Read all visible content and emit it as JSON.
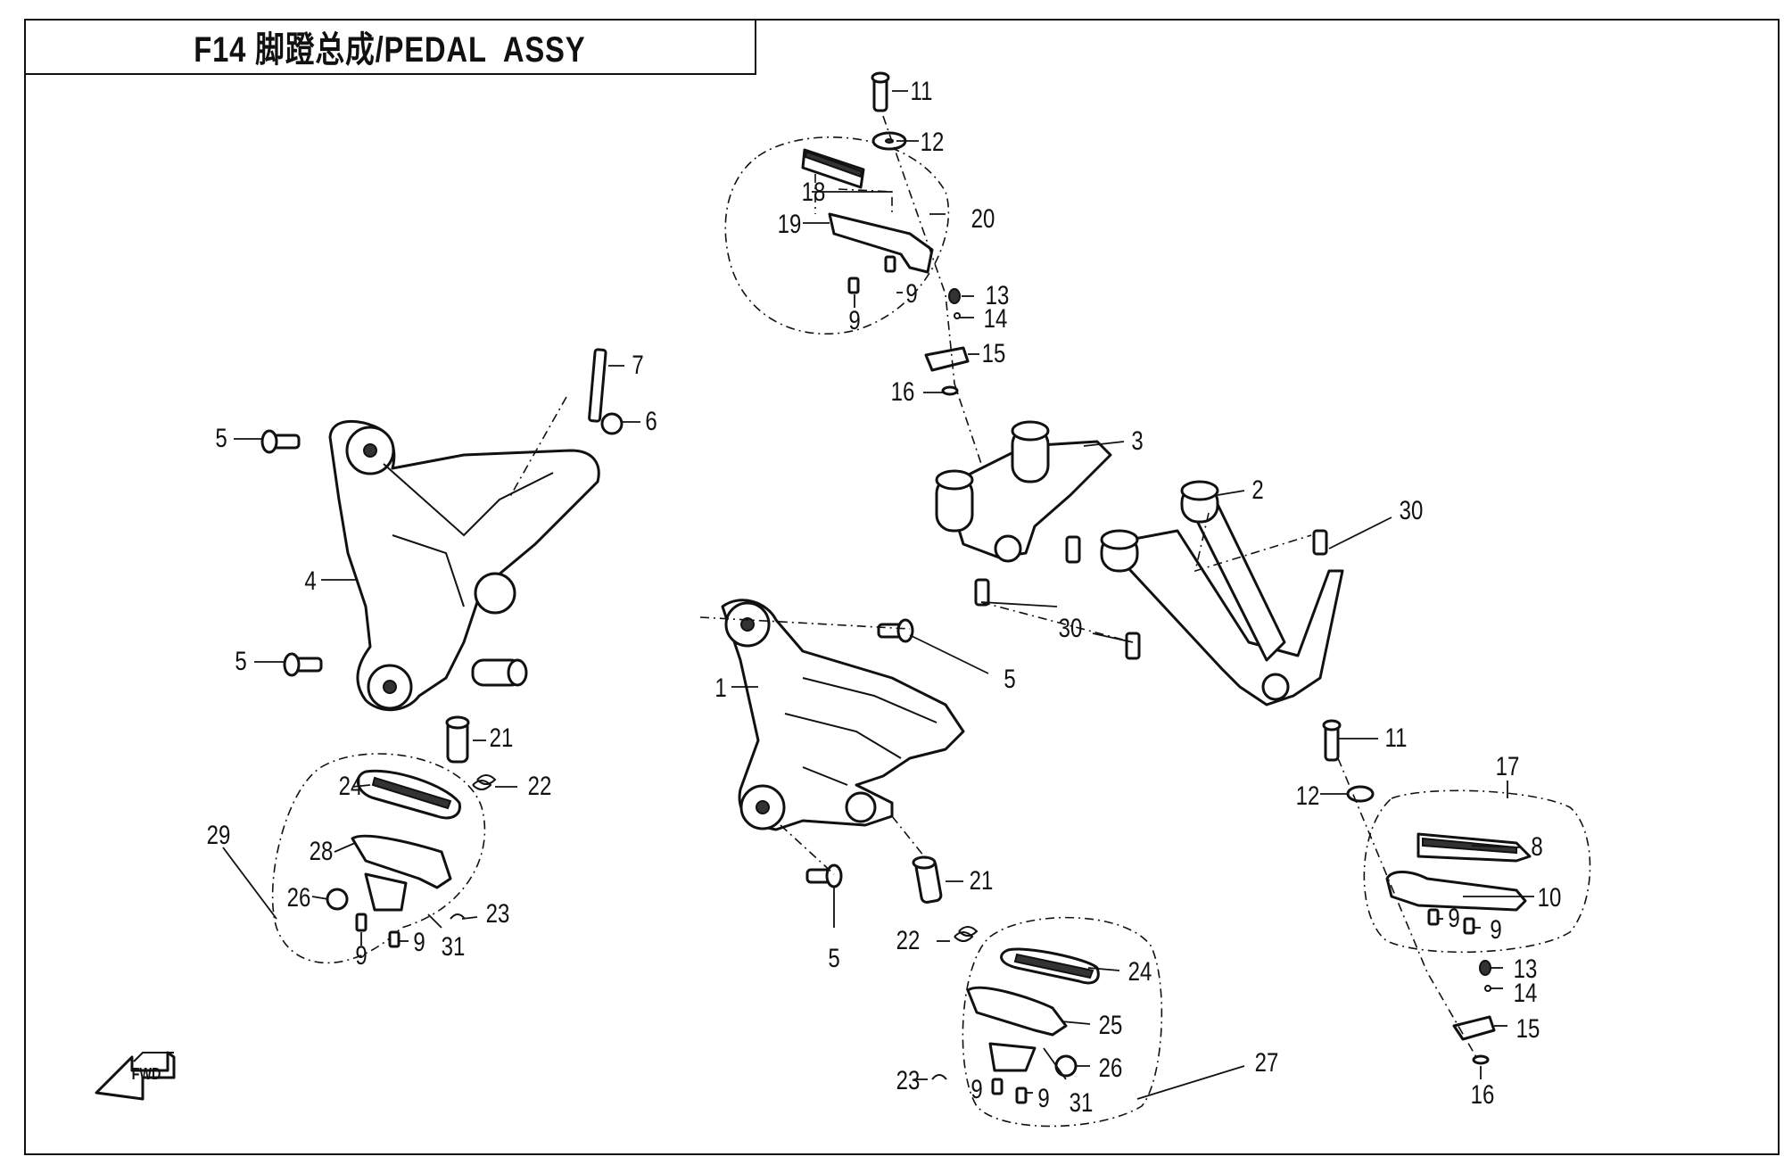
{
  "header": {
    "title": "F14 脚蹬总成/PEDAL  ASSY"
  },
  "labels": [
    {
      "id": "lbl-11-top",
      "text": "11"
    },
    {
      "id": "lbl-12-top",
      "text": "12"
    },
    {
      "id": "lbl-18",
      "text": "18"
    },
    {
      "id": "lbl-19",
      "text": "19"
    },
    {
      "id": "lbl-20",
      "text": "20"
    },
    {
      "id": "lbl-9-a",
      "text": "9"
    },
    {
      "id": "lbl-9-b",
      "text": "9"
    },
    {
      "id": "lbl-13-top",
      "text": "13"
    },
    {
      "id": "lbl-14-top",
      "text": "14"
    },
    {
      "id": "lbl-15-top",
      "text": "15"
    },
    {
      "id": "lbl-16-top",
      "text": "16"
    },
    {
      "id": "lbl-7",
      "text": "7"
    },
    {
      "id": "lbl-6",
      "text": "6"
    },
    {
      "id": "lbl-5-a",
      "text": "5"
    },
    {
      "id": "lbl-4",
      "text": "4"
    },
    {
      "id": "lbl-5-b",
      "text": "5"
    },
    {
      "id": "lbl-3",
      "text": "3"
    },
    {
      "id": "lbl-2",
      "text": "2"
    },
    {
      "id": "lbl-30-a",
      "text": "30"
    },
    {
      "id": "lbl-30-b",
      "text": "30"
    },
    {
      "id": "lbl-1",
      "text": "1"
    },
    {
      "id": "lbl-5-c",
      "text": "5"
    },
    {
      "id": "lbl-21-a",
      "text": "21"
    },
    {
      "id": "lbl-22-a",
      "text": "22"
    },
    {
      "id": "lbl-24-a",
      "text": "24"
    },
    {
      "id": "lbl-28",
      "text": "28"
    },
    {
      "id": "lbl-29",
      "text": "29"
    },
    {
      "id": "lbl-26-a",
      "text": "26"
    },
    {
      "id": "lbl-23-a",
      "text": "23"
    },
    {
      "id": "lbl-9-c",
      "text": "9"
    },
    {
      "id": "lbl-9-d",
      "text": "9"
    },
    {
      "id": "lbl-31-a",
      "text": "31"
    },
    {
      "id": "lbl-11-b",
      "text": "11"
    },
    {
      "id": "lbl-12-b",
      "text": "12"
    },
    {
      "id": "lbl-17",
      "text": "17"
    },
    {
      "id": "lbl-8",
      "text": "8"
    },
    {
      "id": "lbl-10",
      "text": "10"
    },
    {
      "id": "lbl-9-e",
      "text": "9"
    },
    {
      "id": "lbl-9-f",
      "text": "9"
    },
    {
      "id": "lbl-13-b",
      "text": "13"
    },
    {
      "id": "lbl-14-b",
      "text": "14"
    },
    {
      "id": "lbl-15-b",
      "text": "15"
    },
    {
      "id": "lbl-16-b",
      "text": "16"
    },
    {
      "id": "lbl-5-d",
      "text": "5"
    },
    {
      "id": "lbl-21-b",
      "text": "21"
    },
    {
      "id": "lbl-22-b",
      "text": "22"
    },
    {
      "id": "lbl-24-b",
      "text": "24"
    },
    {
      "id": "lbl-25",
      "text": "25"
    },
    {
      "id": "lbl-26-b",
      "text": "26"
    },
    {
      "id": "lbl-27",
      "text": "27"
    },
    {
      "id": "lbl-23-b",
      "text": "23"
    },
    {
      "id": "lbl-9-g",
      "text": "9"
    },
    {
      "id": "lbl-9-h",
      "text": "9"
    },
    {
      "id": "lbl-31-b",
      "text": "31"
    }
  ],
  "fwd_label": "FWD"
}
